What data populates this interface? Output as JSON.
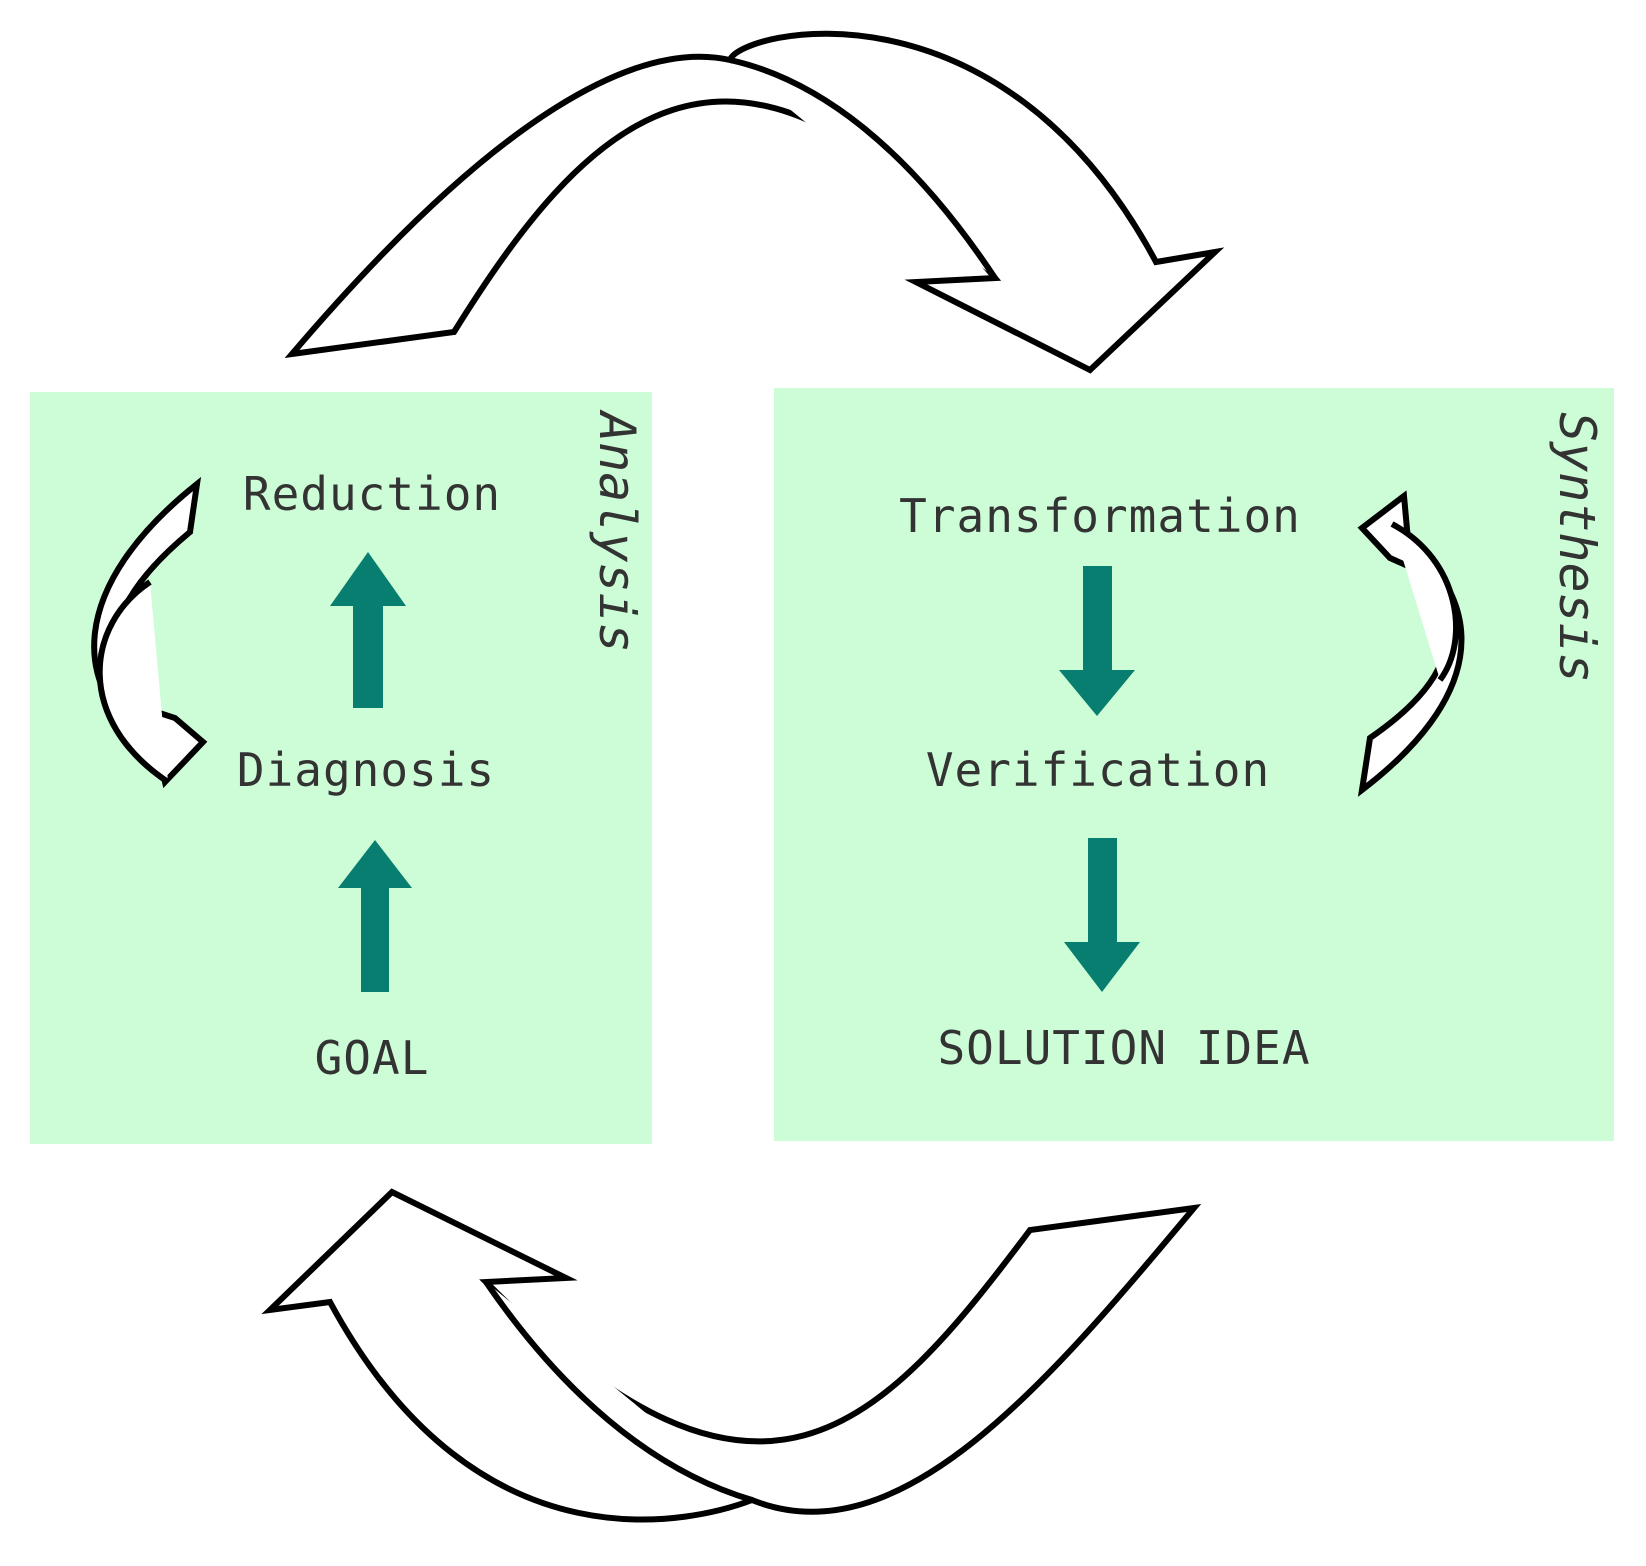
{
  "colors": {
    "panel": "#ccfdd6",
    "flow_arrow": "#077e6f",
    "text": "#333333",
    "outline_arrow": "#000000"
  },
  "analysis": {
    "title": "Analysis",
    "steps": [
      "GOAL",
      "Diagnosis",
      "Reduction"
    ]
  },
  "synthesis": {
    "title": "Synthesis",
    "steps": [
      "Transformation",
      "Verification",
      "SOLUTION IDEA"
    ]
  },
  "icons": {
    "inner_cycle": "curved-double-arrow-icon",
    "outer_cycle": "large-curved-arrow-icon",
    "flow": "block-arrow-icon"
  }
}
